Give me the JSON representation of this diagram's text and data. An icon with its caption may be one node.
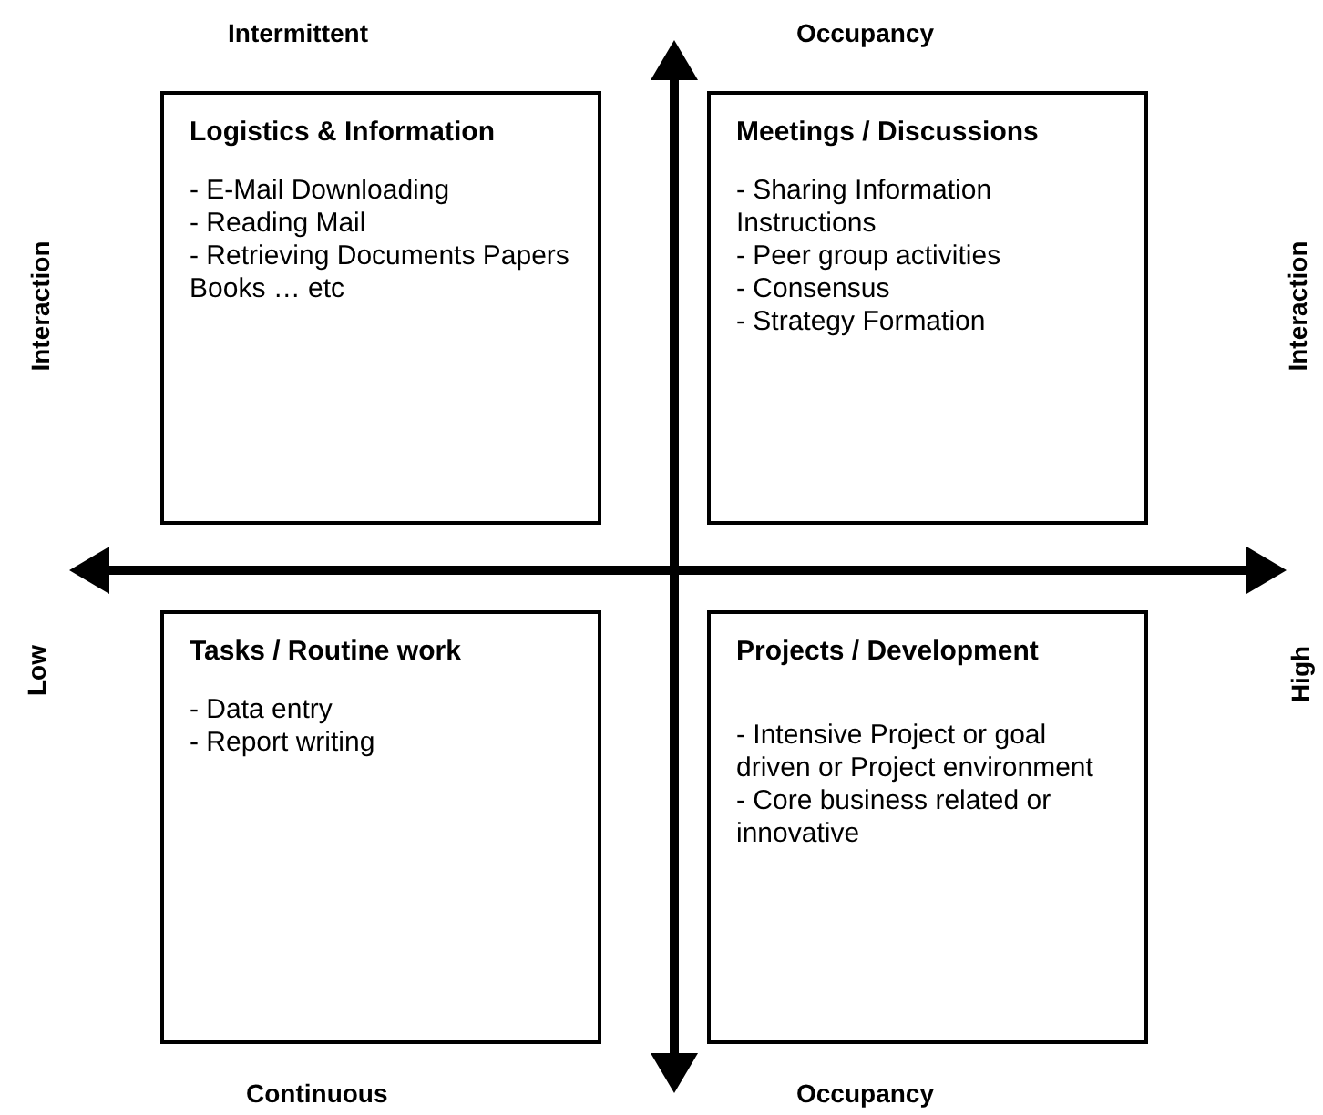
{
  "diagram": {
    "nodes": [
      {
        "text": [
          "Logistics & Information",
          "- E-Mail Downloading",
          "- Reading Mail",
          "- Retrieving Documents Papers Books … etc"
        ]
      },
      {
        "text": [
          "Meetings / Discussions",
          "- Sharing Information Instructions",
          "- Peer group activities",
          "- Consensus",
          "- Strategy Formation"
        ]
      },
      {
        "text": [
          "Tasks / Routine work",
          "- Data entry",
          "- Report writing"
        ]
      },
      {
        "text": [
          "Projects / Development",
          "- Intensive Project or goal driven or Project environment",
          "- Core business related or innovative"
        ]
      }
    ],
    "edges": [],
    "labels": [
      "Intermittent",
      "Occupancy",
      "Interaction",
      "Interaction",
      "Low",
      "High",
      "Continuous",
      "Occupancy"
    ]
  }
}
